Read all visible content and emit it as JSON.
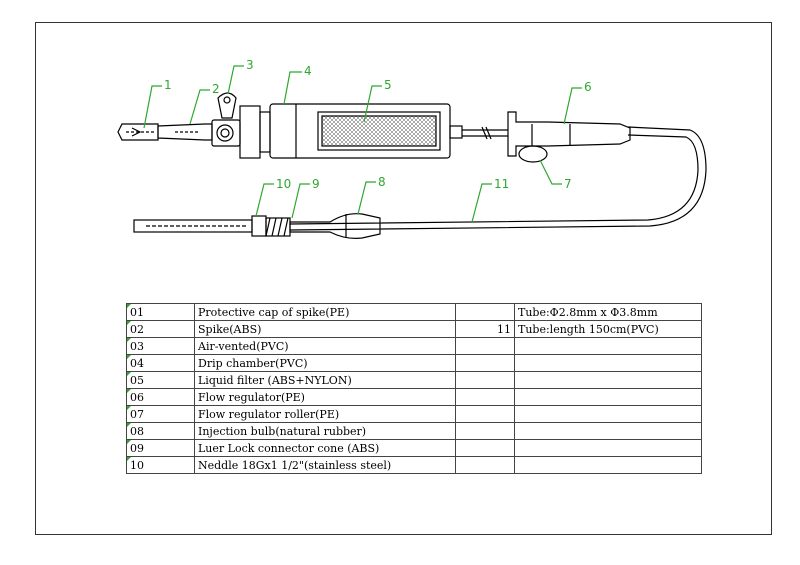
{
  "callouts": [
    "1",
    "2",
    "3",
    "4",
    "5",
    "6",
    "7",
    "8",
    "9",
    "10",
    "11"
  ],
  "parts": [
    {
      "no": "01",
      "desc": "Protective cap of spike(PE)",
      "qty": "",
      "spec": "Tube:Φ2.8mm x Φ3.8mm"
    },
    {
      "no": "02",
      "desc": "Spike(ABS)",
      "qty": "11",
      "spec": "Tube:length 150cm(PVC)"
    },
    {
      "no": "03",
      "desc": "Air-vented(PVC)",
      "qty": "",
      "spec": ""
    },
    {
      "no": "04",
      "desc": "Drip chamber(PVC)",
      "qty": "",
      "spec": ""
    },
    {
      "no": "05",
      "desc": "Liquid filter (ABS+NYLON)",
      "qty": "",
      "spec": ""
    },
    {
      "no": "06",
      "desc": "Flow regulator(PE)",
      "qty": "",
      "spec": ""
    },
    {
      "no": "07",
      "desc": "Flow regulator roller(PE)",
      "qty": "",
      "spec": ""
    },
    {
      "no": "08",
      "desc": "Injection bulb(natural rubber)",
      "qty": "",
      "spec": ""
    },
    {
      "no": "09",
      "desc": "Luer Lock connector cone (ABS)",
      "qty": "",
      "spec": ""
    },
    {
      "no": "10",
      "desc": "Neddle 18Gx1 1/2\"(stainless steel)",
      "qty": "",
      "spec": ""
    }
  ],
  "colors": {
    "callout": "#2ea82e",
    "line": "#000000"
  }
}
